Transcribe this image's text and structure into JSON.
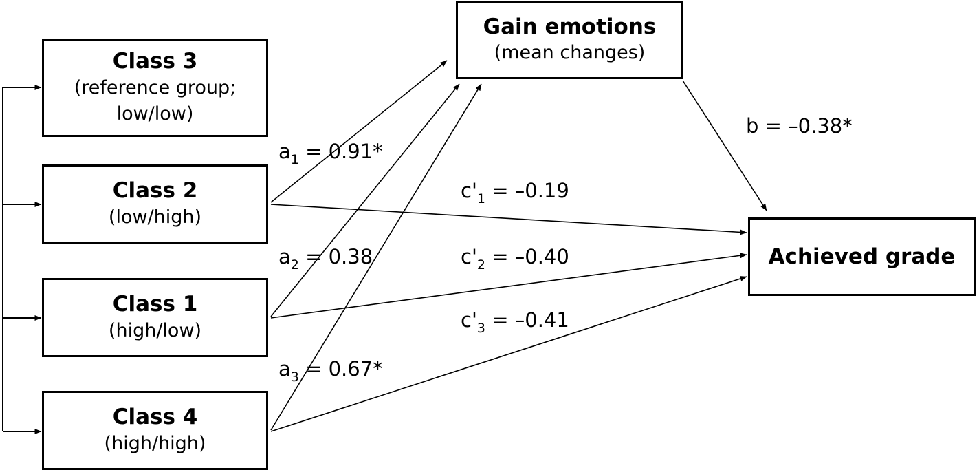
{
  "nodes": {
    "class3": {
      "title": "Class 3",
      "lines": [
        "(reference group;",
        "low/low)"
      ]
    },
    "class2": {
      "title": "Class 2",
      "lines": [
        "(low/high)"
      ]
    },
    "class1": {
      "title": "Class 1",
      "lines": [
        "(high/low)"
      ]
    },
    "class4": {
      "title": "Class 4",
      "lines": [
        "(high/high)"
      ]
    },
    "gain": {
      "title": "Gain emotions",
      "lines": [
        "(mean changes)"
      ]
    },
    "grade": {
      "title": "Achieved grade",
      "lines": []
    }
  },
  "paths": {
    "a1": {
      "symbol": "a",
      "index": "1",
      "value": "= 0.91*"
    },
    "a2": {
      "symbol": "a",
      "index": "2",
      "value": "= 0.38"
    },
    "a3": {
      "symbol": "a",
      "index": "3",
      "value": "= 0.67*"
    },
    "c1": {
      "symbol": "c'",
      "index": "1",
      "value": "= –0.19"
    },
    "c2": {
      "symbol": "c'",
      "index": "2",
      "value": "= –0.40"
    },
    "c3": {
      "symbol": "c'",
      "index": "3",
      "value": "= –0.41"
    },
    "b": {
      "text": "b = –0.38*"
    }
  }
}
